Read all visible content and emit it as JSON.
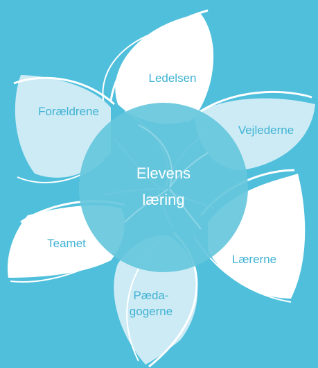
{
  "colors": {
    "background": "#4fbfdc",
    "petal_white": "#ffffff",
    "petal_light": "#cdebf5",
    "center_circle": "#66c7dc",
    "label_text": "#3fb2d3",
    "center_text": "#ffffff"
  },
  "center": {
    "line1": "Elevens",
    "line2": "læring"
  },
  "petals": {
    "ledelsen": "Ledelsen",
    "vejlederne": "Vejlederne",
    "laererne": "Lærerne",
    "paedagogerne_line1": "Pæda-",
    "paedagogerne_line2": "gogerne",
    "teamet": "Teamet",
    "foraeldrene": "Forældrene"
  }
}
